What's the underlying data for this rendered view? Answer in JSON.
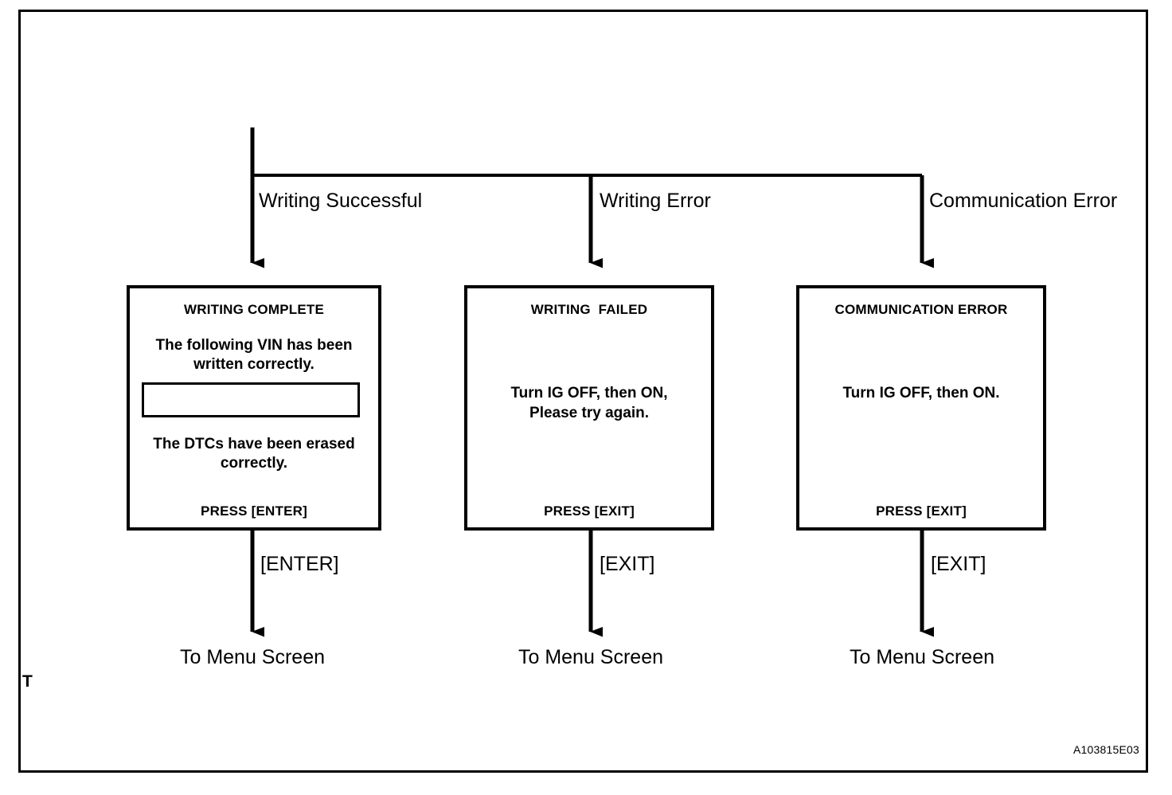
{
  "figure": {
    "code": "A103815E03",
    "corner_mark": "T"
  },
  "branches": [
    {
      "label": "Writing Successful"
    },
    {
      "label": "Writing Error"
    },
    {
      "label": "Communication Error"
    }
  ],
  "screens": [
    {
      "title": "WRITING COMPLETE",
      "body_line_1": "The following VIN has been",
      "body_line_2": "written correctly.",
      "vin_value": "",
      "body_line_3": "The DTCs have been erased",
      "body_line_4": "correctly.",
      "footer": "PRESS [ENTER]"
    },
    {
      "title": "WRITING  FAILED",
      "body_line_1": "Turn IG OFF, then ON,",
      "body_line_2": "Please try again.",
      "footer": "PRESS [EXIT]"
    },
    {
      "title": "COMMUNICATION ERROR",
      "body_line_1": "Turn IG OFF, then ON.",
      "footer": "PRESS [EXIT]"
    }
  ],
  "exits": [
    {
      "key": "[ENTER]",
      "destination": "To Menu Screen"
    },
    {
      "key": "[EXIT]",
      "destination": "To Menu Screen"
    },
    {
      "key": "[EXIT]",
      "destination": "To Menu Screen"
    }
  ],
  "colors": {
    "line": "#000000",
    "background": "#ffffff"
  }
}
